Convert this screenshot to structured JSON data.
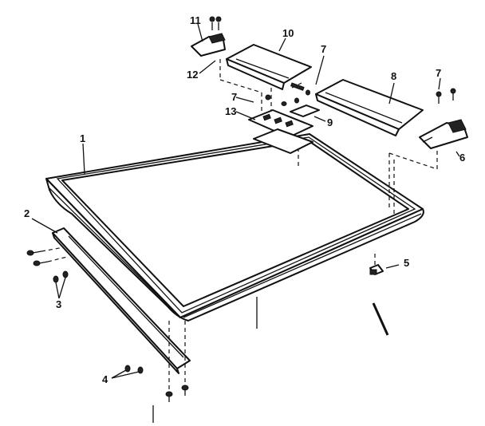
{
  "diagram": {
    "callouts": [
      {
        "id": "c1",
        "text": "1"
      },
      {
        "id": "c2",
        "text": "2"
      },
      {
        "id": "c3",
        "text": "3"
      },
      {
        "id": "c4",
        "text": "4"
      },
      {
        "id": "c5",
        "text": "5"
      },
      {
        "id": "c6",
        "text": "6"
      },
      {
        "id": "c7a",
        "text": "7"
      },
      {
        "id": "c7b",
        "text": "7"
      },
      {
        "id": "c7c",
        "text": "7"
      },
      {
        "id": "c8",
        "text": "8"
      },
      {
        "id": "c9",
        "text": "9"
      },
      {
        "id": "c10",
        "text": "10"
      },
      {
        "id": "c11",
        "text": "11"
      },
      {
        "id": "c12",
        "text": "12"
      },
      {
        "id": "c13",
        "text": "13"
      }
    ],
    "colors": {
      "ink": "#111111",
      "paper": "#ffffff"
    }
  }
}
